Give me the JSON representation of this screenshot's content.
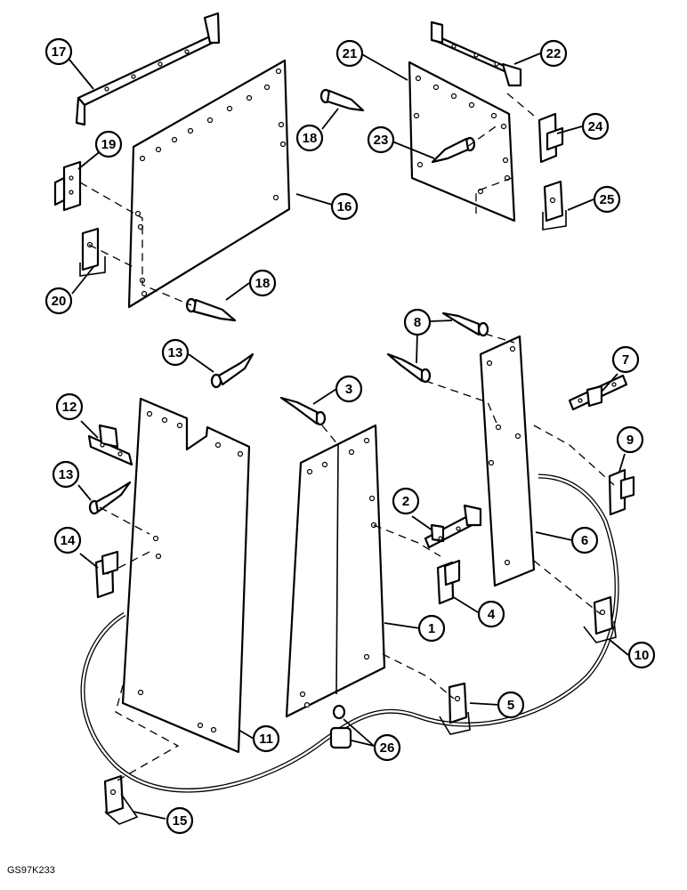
{
  "figure": {
    "id_label": "GS97K233"
  },
  "callouts": [
    {
      "key": "c1",
      "label": "1"
    },
    {
      "key": "c2",
      "label": "2"
    },
    {
      "key": "c3",
      "label": "3"
    },
    {
      "key": "c4",
      "label": "4"
    },
    {
      "key": "c5",
      "label": "5"
    },
    {
      "key": "c6",
      "label": "6"
    },
    {
      "key": "c7",
      "label": "7"
    },
    {
      "key": "c8",
      "label": "8"
    },
    {
      "key": "c9",
      "label": "9"
    },
    {
      "key": "c10",
      "label": "10"
    },
    {
      "key": "c11",
      "label": "11"
    },
    {
      "key": "c12",
      "label": "12"
    },
    {
      "key": "c13a",
      "label": "13"
    },
    {
      "key": "c13b",
      "label": "13"
    },
    {
      "key": "c14",
      "label": "14"
    },
    {
      "key": "c15",
      "label": "15"
    },
    {
      "key": "c16",
      "label": "16"
    },
    {
      "key": "c17",
      "label": "17"
    },
    {
      "key": "c18a",
      "label": "18"
    },
    {
      "key": "c18b",
      "label": "18"
    },
    {
      "key": "c19",
      "label": "19"
    },
    {
      "key": "c20",
      "label": "20"
    },
    {
      "key": "c21",
      "label": "21"
    },
    {
      "key": "c22",
      "label": "22"
    },
    {
      "key": "c23",
      "label": "23"
    },
    {
      "key": "c24",
      "label": "24"
    },
    {
      "key": "c25",
      "label": "25"
    },
    {
      "key": "c26",
      "label": "26"
    }
  ]
}
